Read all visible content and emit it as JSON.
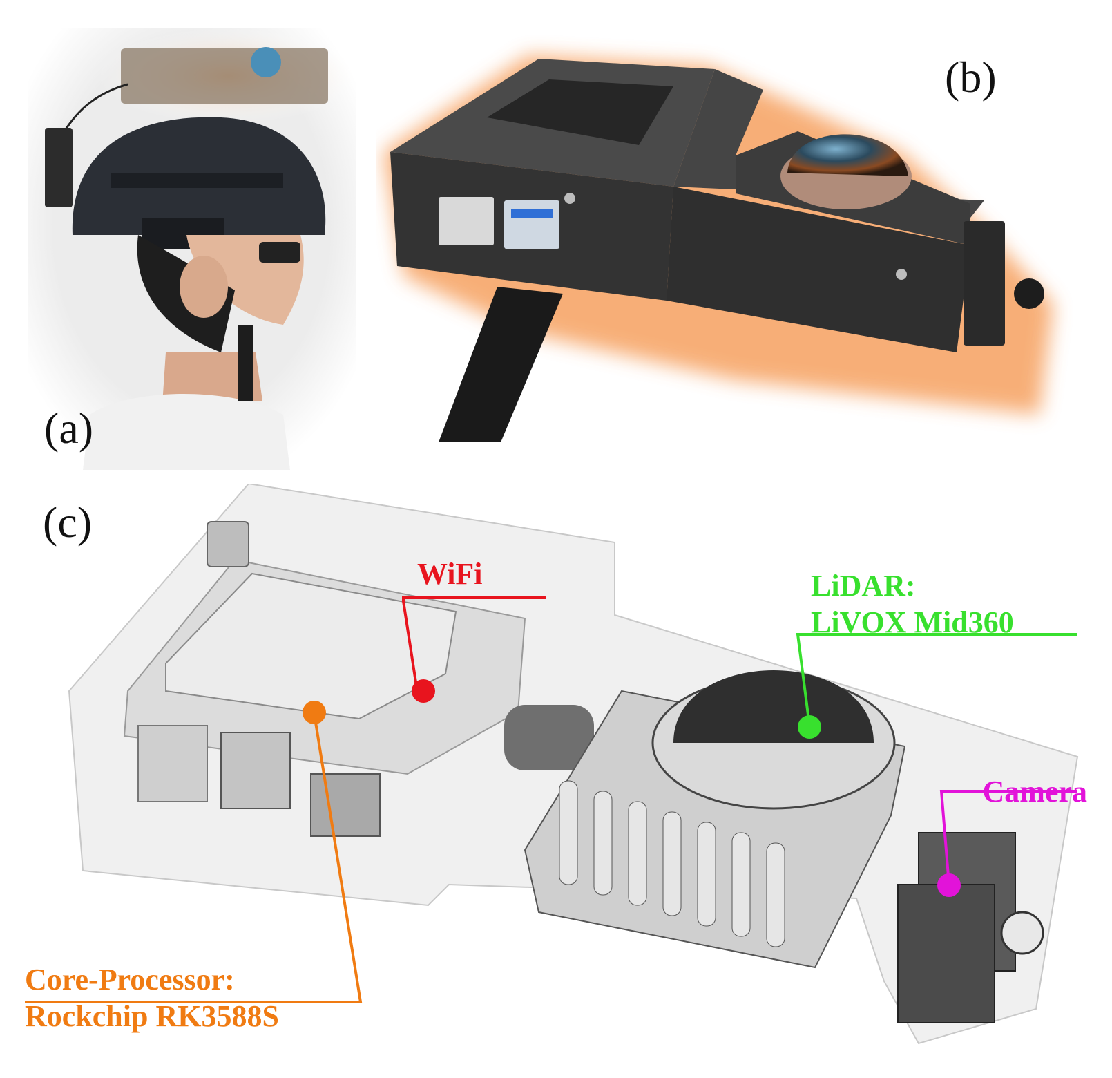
{
  "panels": {
    "a": {
      "label": "(a)"
    },
    "b": {
      "label": "(b)"
    },
    "c": {
      "label": "(c)"
    }
  },
  "callouts": {
    "wifi": {
      "text": "WiFi",
      "color": "#e8141e"
    },
    "lidar": {
      "line1": "LiDAR:",
      "line2": "LiVOX Mid360",
      "color": "#38e02e"
    },
    "camera": {
      "text": "Camera",
      "color": "#e213d9"
    },
    "core": {
      "line1": "Core-Processor:",
      "line2": "Rockchip RK3588S",
      "color": "#f07b12"
    }
  }
}
